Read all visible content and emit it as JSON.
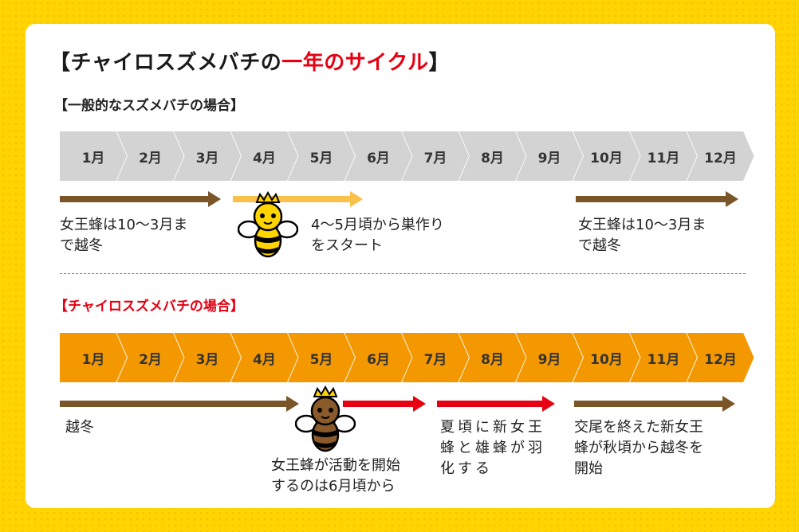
{
  "title": {
    "prefix": "【チャイロスズメバチの",
    "highlight": "一年のサイクル",
    "suffix": "】"
  },
  "colors": {
    "brown": "#7a5528",
    "light_orange": "#f9c04a",
    "red": "#e60012",
    "orange": "#f39800",
    "grey": "#d3d3d3"
  },
  "months": [
    "1月",
    "2月",
    "3月",
    "4月",
    "5月",
    "6月",
    "7月",
    "8月",
    "9月",
    "10月",
    "11月",
    "12月"
  ],
  "general": {
    "heading": "【一般的なスズメバチの場合】",
    "overwinter_left": [
      "女王蜂は10～3月ま",
      "で越冬"
    ],
    "nest_start": [
      "4～5月頃から巣作り",
      "をスタート"
    ],
    "overwinter_right": [
      "女王蜂は10～3月ま",
      "で越冬"
    ]
  },
  "chairo": {
    "heading": "【チャイロスズメバチの場合】",
    "overwinter": "越冬",
    "queen_active": [
      "女王蜂が活動を開始",
      "するのは6月頃から"
    ],
    "summer": [
      "夏頃に新女王",
      "蜂と雄蜂が羽",
      "化する"
    ],
    "autumn": [
      "交尾を終えた新女王",
      "蜂が秋頃から越冬を",
      "開始"
    ]
  },
  "icons": {
    "bee_yellow": "yellow-queen-bee-icon",
    "bee_brown": "brown-queen-bee-icon"
  }
}
